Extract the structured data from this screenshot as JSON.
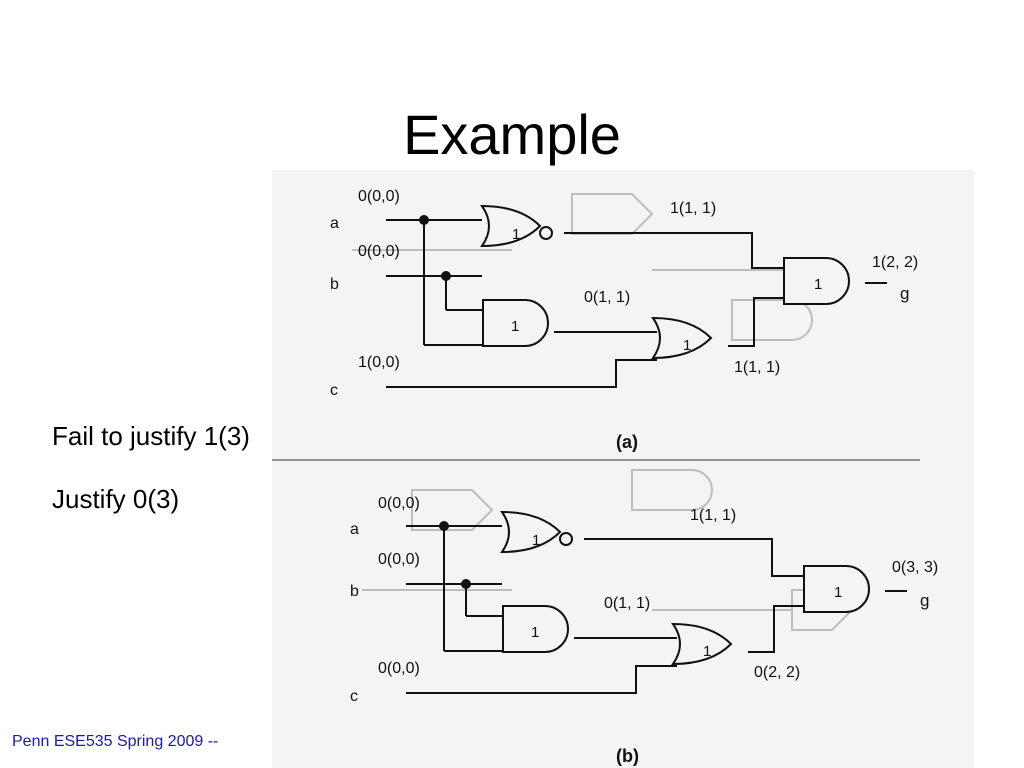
{
  "slide": {
    "title": "Example",
    "bullets": [
      "Fail to justify 1(3)",
      "Justify 0(3)"
    ],
    "footer": "Penn ESE535 Spring 2009 --"
  },
  "figure": {
    "a": {
      "caption": "(a)",
      "inputs": {
        "a": "a",
        "b": "b",
        "c": "c"
      },
      "labels": {
        "a_val": "0(0,0)",
        "b_val": "0(0,0)",
        "c_val": "1(0,0)",
        "nor_out": "1(1, 1)",
        "and_out": "0(1, 1)",
        "or_out": "1(1, 1)",
        "g_val": "1(2, 2)",
        "output": "g"
      },
      "gate_delays": {
        "nor": "1",
        "and": "1",
        "or": "1",
        "final": "1"
      }
    },
    "b": {
      "caption": "(b)",
      "inputs": {
        "a": "a",
        "b": "b",
        "c": "c"
      },
      "labels": {
        "a_val": "0(0,0)",
        "b_val": "0(0,0)",
        "c_val": "0(0,0)",
        "nor_out": "1(1, 1)",
        "and_out": "0(1, 1)",
        "or_out": "0(2, 2)",
        "g_val": "0(3, 3)",
        "output": "g"
      },
      "gate_delays": {
        "nor": "1",
        "and": "1",
        "or": "1",
        "final": "1"
      }
    }
  },
  "colors": {
    "footer": "#1a1aa8",
    "scan_bg": "#f4f4f4"
  }
}
